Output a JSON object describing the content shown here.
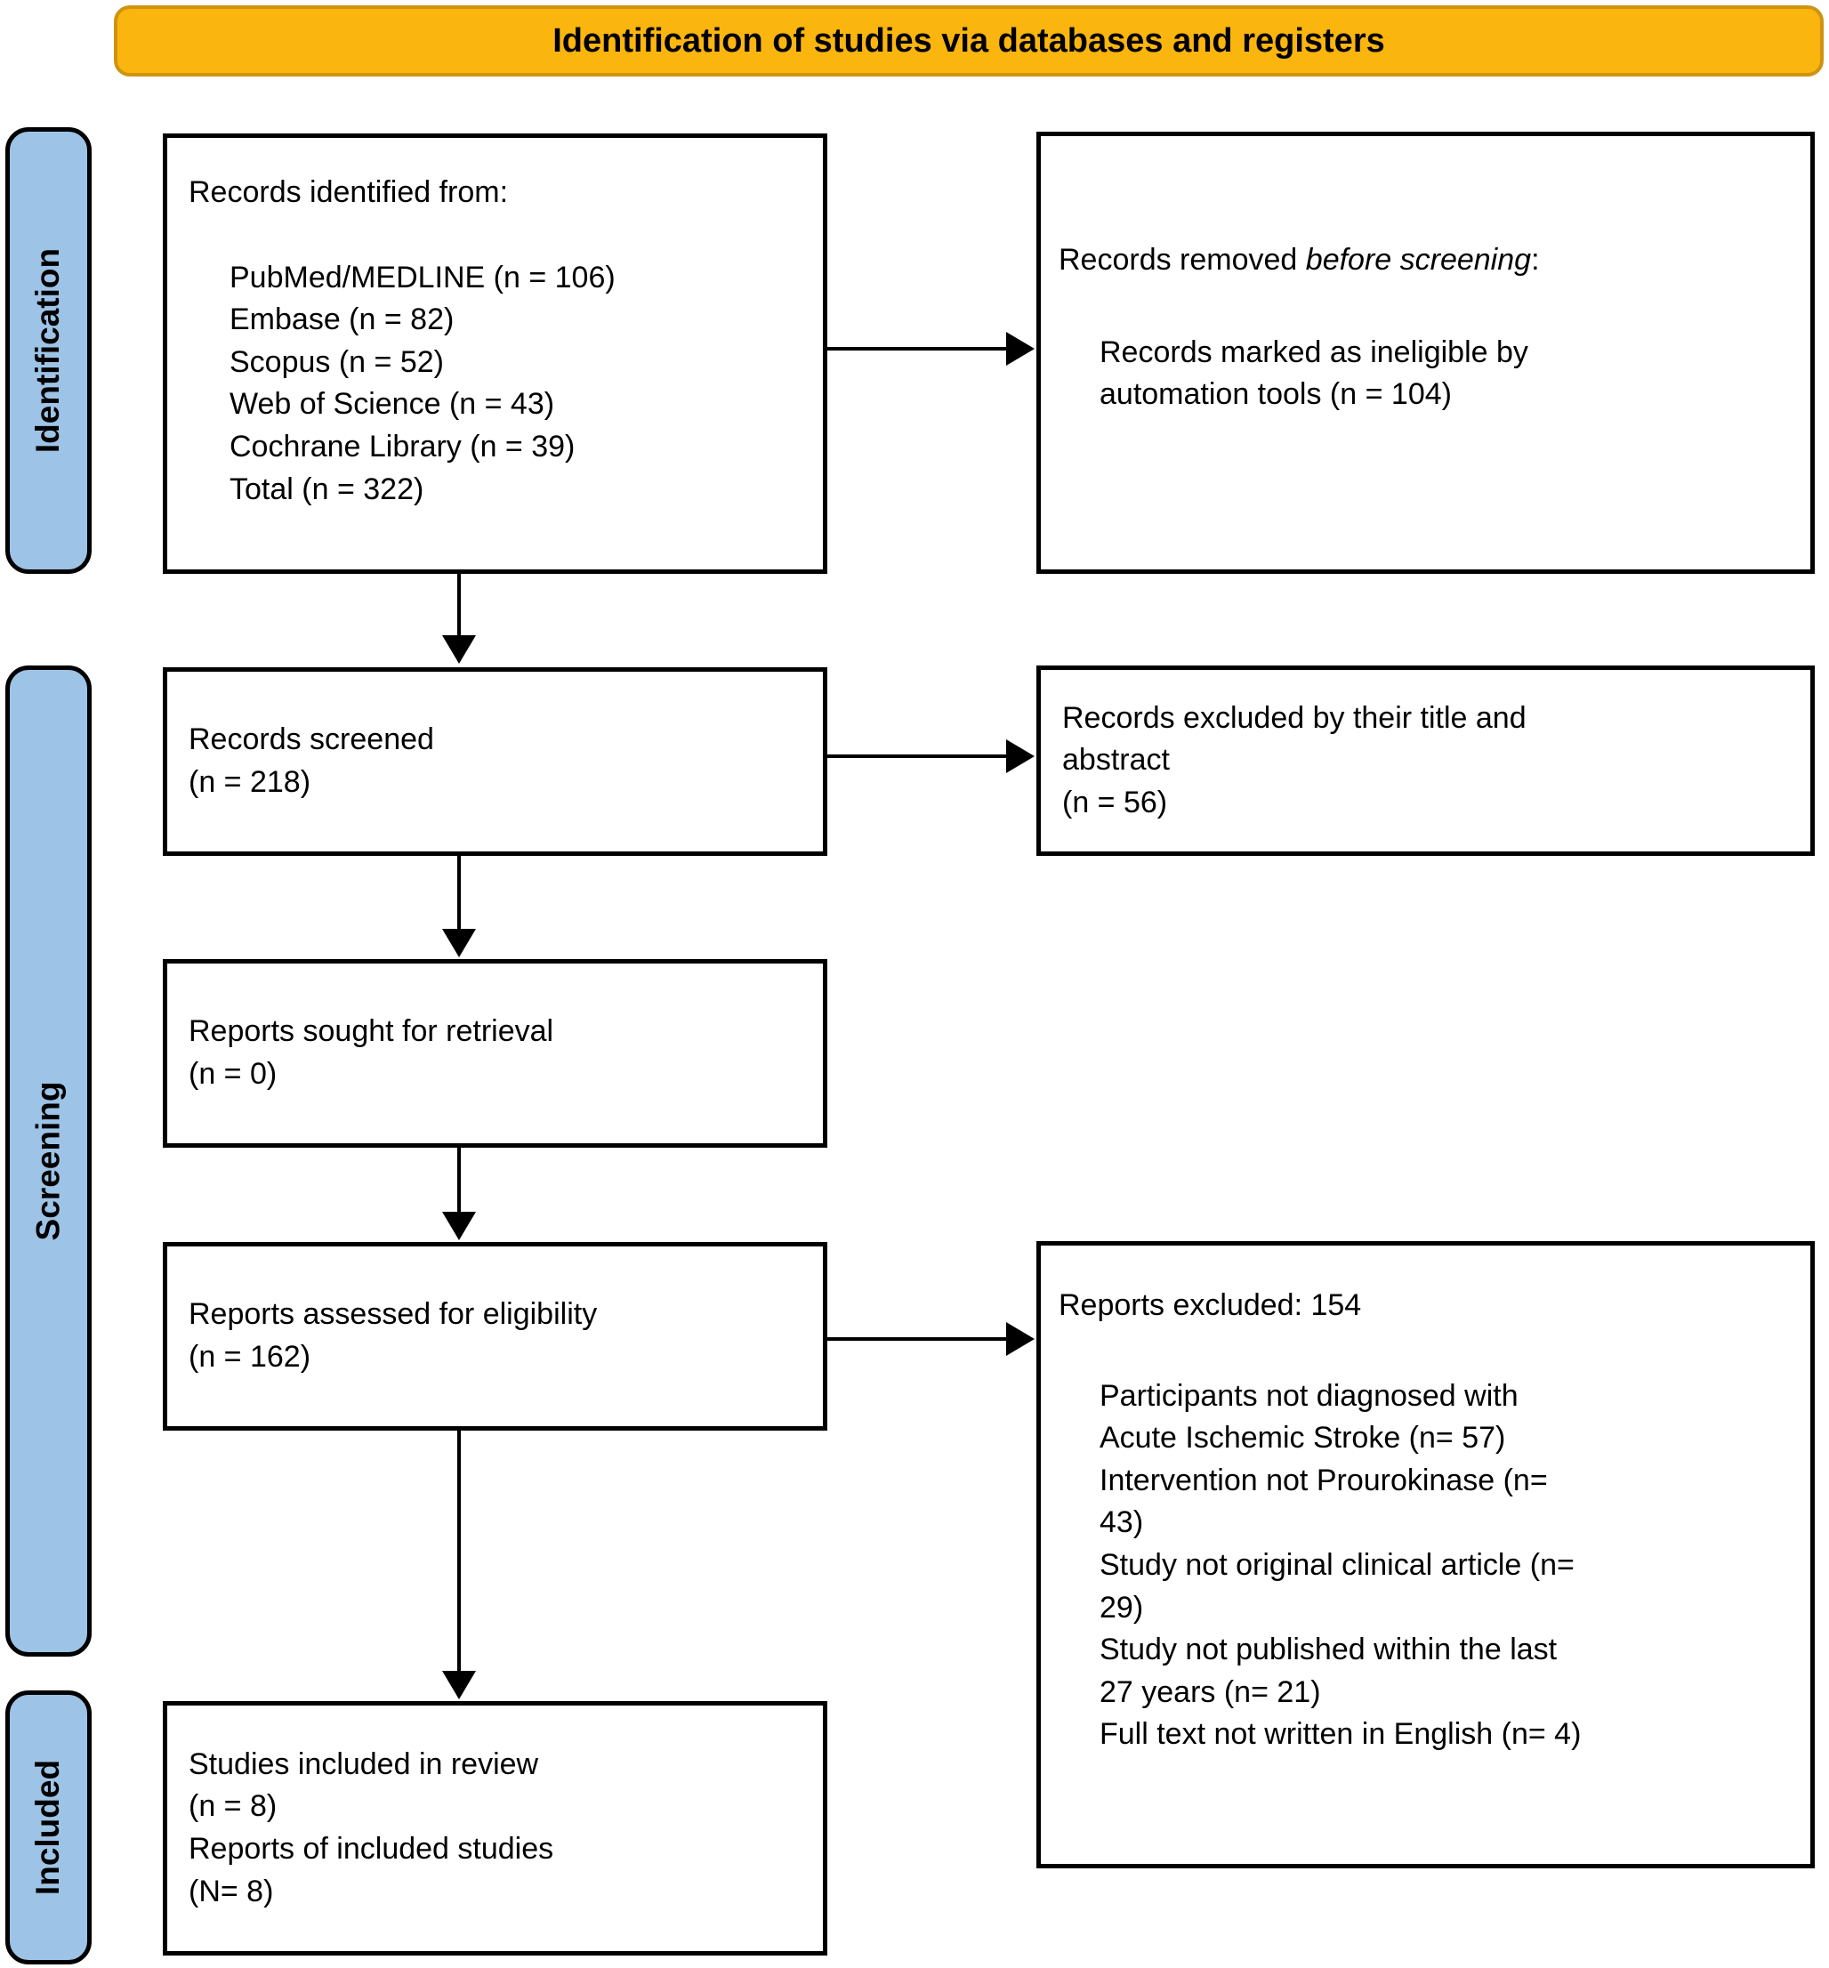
{
  "banner": {
    "title": "Identification of studies via databases and registers"
  },
  "sidebar": {
    "identification_label": "Identification",
    "screening_label": "Screening",
    "included_label": "Included"
  },
  "colors": {
    "banner_fill": "#FBB50F",
    "banner_border": "#CE9410",
    "sidebar_fill": "#9DC3E6",
    "box_border": "#000000"
  },
  "boxes": {
    "records_identified": {
      "intro": "Records identified from:",
      "items": [
        "PubMed/MEDLINE (n = 106)",
        "Embase (n = 82)",
        "Scopus (n = 52)",
        "Web of Science (n = 43)",
        "Cochrane Library (n = 39)",
        "Total (n = 322)"
      ]
    },
    "records_removed": {
      "intro_prefix": "Records removed ",
      "intro_italic": "before screening",
      "intro_suffix": ":",
      "items": [
        [
          "Records marked as ineligible by",
          "automation tools (n = 104)"
        ]
      ]
    },
    "records_screened": {
      "lines": [
        "Records screened",
        "(n = 218)"
      ]
    },
    "records_excluded": {
      "lines": [
        "Records excluded by their title and",
        "abstract",
        "(n = 56)"
      ]
    },
    "reports_sought": {
      "lines": [
        "Reports sought for retrieval",
        "(n = 0)"
      ]
    },
    "reports_assessed": {
      "lines": [
        "Reports assessed for eligibility",
        "(n = 162)"
      ]
    },
    "reports_excluded": {
      "intro": "Reports excluded: 154",
      "items": [
        [
          "Participants not diagnosed with",
          "Acute Ischemic Stroke (n= 57)"
        ],
        [
          "Intervention not Prourokinase (n=",
          "43)"
        ],
        [
          "Study not original clinical article (n=",
          "29)"
        ],
        [
          "Study not published within the last",
          "27 years (n= 21)"
        ],
        [
          "Full text not written in English (n= 4)"
        ]
      ]
    },
    "studies_included": {
      "lines": [
        "Studies included in review",
        "(n = 8)",
        "Reports of included studies",
        "(N= 8)"
      ]
    }
  }
}
